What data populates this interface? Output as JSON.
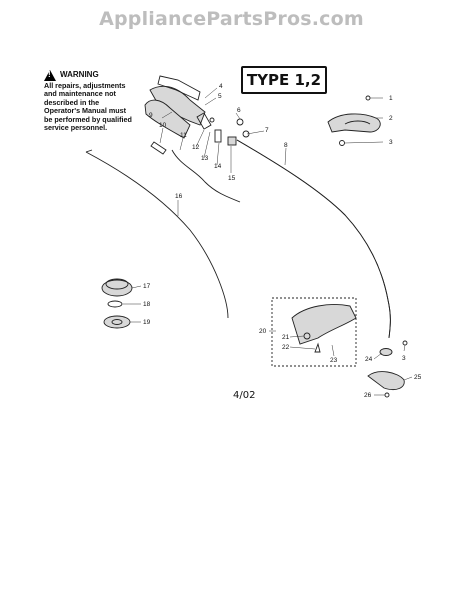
{
  "watermark": "AppliancePartsPros.com",
  "warning": {
    "heading": "WARNING",
    "text": "All repairs, adjustments and maintenance not described in the Operator's Manual must be performed by qualified service personnel."
  },
  "type_label": "TYPE 1,2",
  "date_code": "4/02",
  "callouts": [
    "1",
    "2",
    "3",
    "4",
    "5",
    "6",
    "7",
    "8",
    "9",
    "10",
    "11",
    "12",
    "13",
    "14",
    "15",
    "16",
    "17",
    "18",
    "19",
    "20",
    "21",
    "22",
    "23",
    "24",
    "25",
    "26",
    "3"
  ]
}
